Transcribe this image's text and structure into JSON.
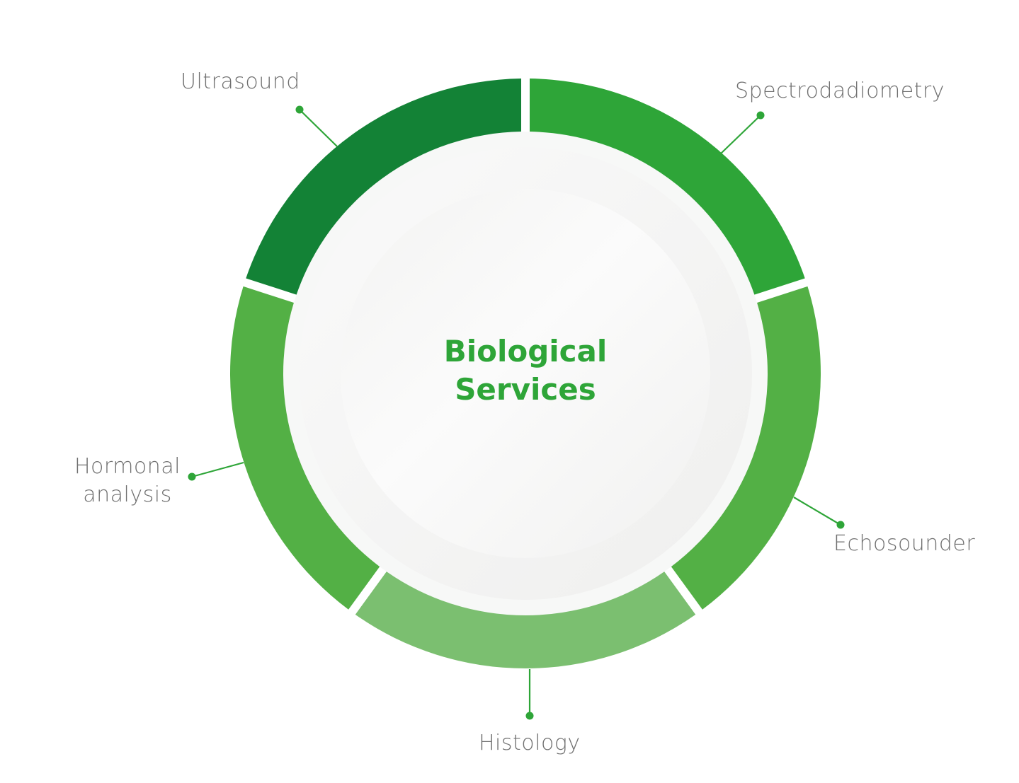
{
  "title": {
    "line1": "Biological",
    "line2": "Services"
  },
  "colors": {
    "title": "#2ea538",
    "label": "#707070",
    "connector": "#2ea538"
  },
  "segments": [
    {
      "name": "Spectrodadiometry",
      "color": "#2ea538",
      "start_deg": 0,
      "end_deg": 72
    },
    {
      "name": "Echosounder",
      "color": "#53b045",
      "start_deg": 72,
      "end_deg": 144
    },
    {
      "name": "Histology",
      "color": "#7bbf70",
      "start_deg": 144,
      "end_deg": 216
    },
    {
      "name": "Hormonal analysis",
      "color": "#53b045",
      "start_deg": 216,
      "end_deg": 288
    },
    {
      "name": "Ultrasound",
      "color": "#138236",
      "start_deg": 288,
      "end_deg": 360
    }
  ],
  "labels": {
    "ultrasound": "Ultrasound",
    "spectrodadiometry": "Spectrodadiometry",
    "hormonal_line1": "Hormonal",
    "hormonal_line2": "analysis",
    "echosounder": "Echosounder",
    "histology": "Histology"
  }
}
